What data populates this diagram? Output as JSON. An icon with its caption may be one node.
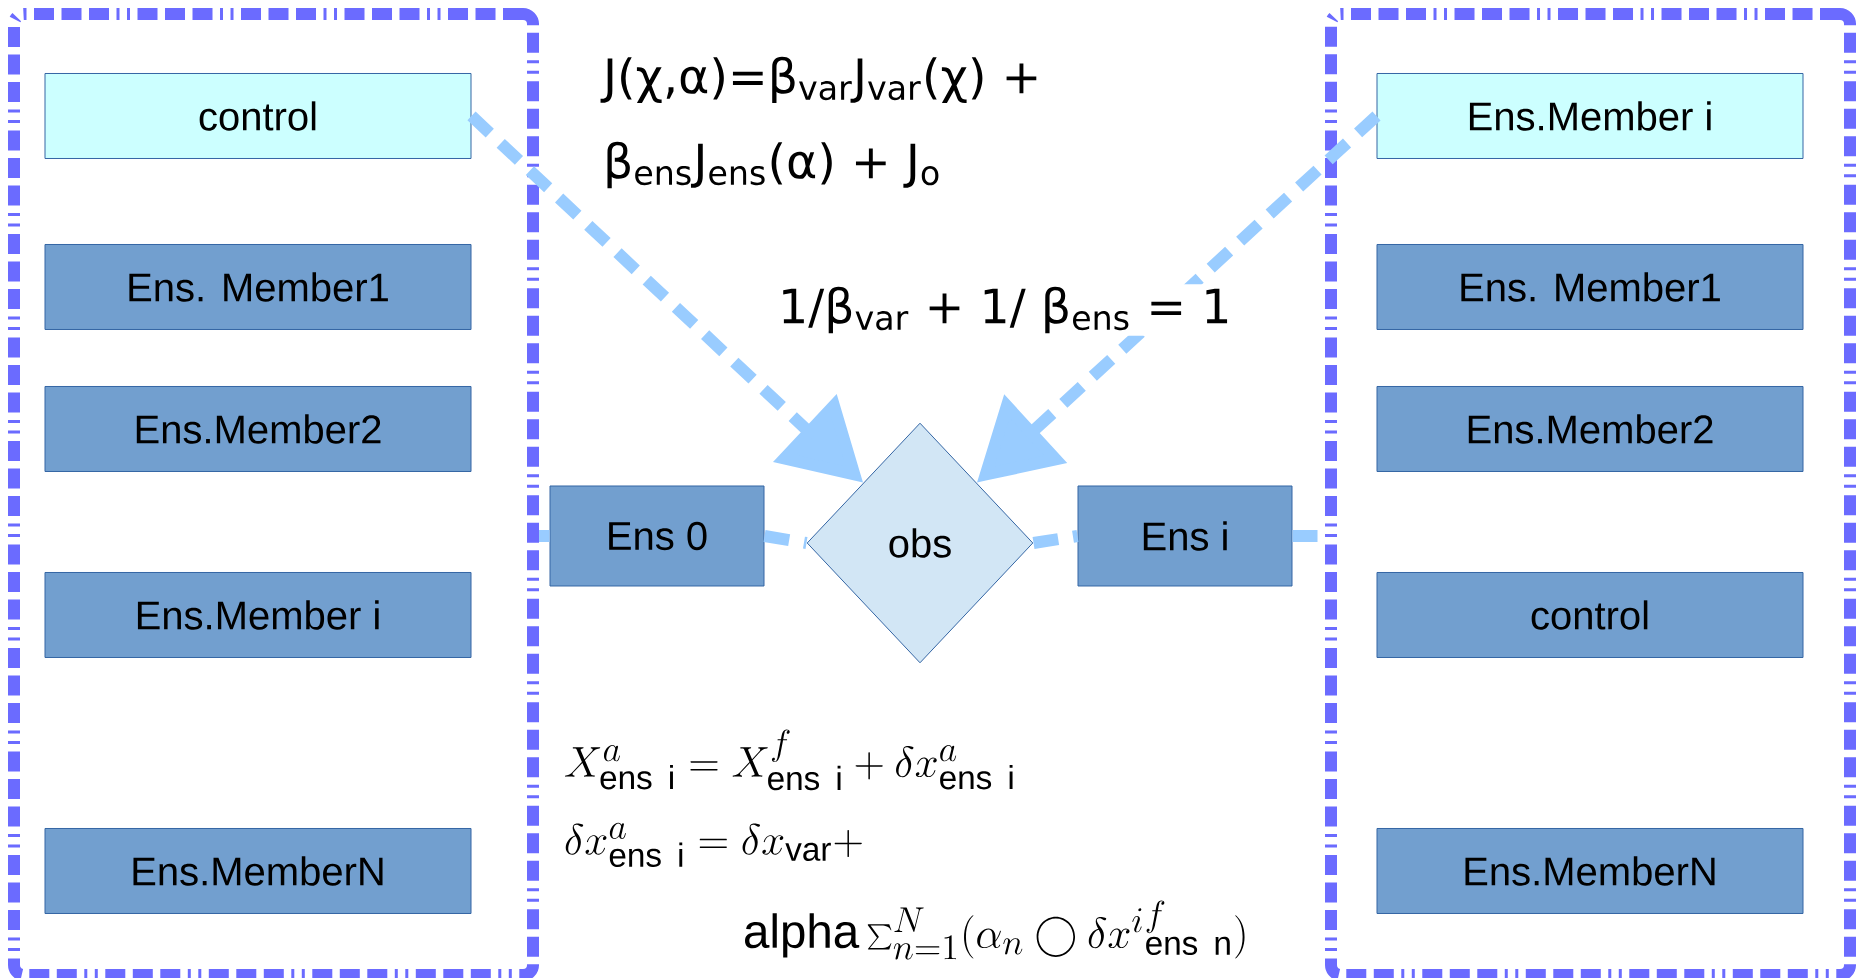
{
  "diagram": {
    "nodes": [
      {
        "text": [],
        "shape": "box"
      },
      {
        "text": [
          "control"
        ],
        "in": 0
      },
      {
        "text": [
          "Ens. Member1"
        ],
        "in": 0
      },
      {
        "text": [
          "Ens.Member2"
        ],
        "in": 0
      },
      {
        "text": [
          "Ens.Member i"
        ],
        "in": 0
      },
      {
        "text": [
          "Ens.MemberN"
        ],
        "in": 0
      },
      {
        "text": [],
        "shape": "box"
      },
      {
        "text": [
          "Ens.Member i"
        ],
        "in": 6
      },
      {
        "text": [
          "Ens. Member1"
        ],
        "in": 6
      },
      {
        "text": [
          "Ens.Member2"
        ],
        "in": 6
      },
      {
        "text": [
          "control"
        ],
        "in": 6
      },
      {
        "text": [
          "Ens.MemberN"
        ],
        "in": 6
      },
      {
        "text": [
          "Ens 0"
        ]
      },
      {
        "text": [
          "obs"
        ]
      },
      {
        "text": [
          "Ens i"
        ]
      }
    ],
    "edges": [
      {
        "from": 1,
        "to": 13,
        "arrow": "to",
        "style": "dashed"
      },
      {
        "from": 7,
        "to": 13,
        "arrow": "to",
        "style": "dashed"
      },
      {
        "from": 0,
        "to": 12,
        "arrow": "none",
        "style": "dashed"
      },
      {
        "from": 12,
        "to": 13,
        "arrow": "none",
        "style": "dashed"
      },
      {
        "from": 13,
        "to": 14,
        "arrow": "none",
        "style": "dashed"
      },
      {
        "from": 14,
        "to": 6,
        "arrow": "none",
        "style": "dashed"
      }
    ],
    "labels": [
      "J(χ,α)=β$_{var}$J$_{var}$(χ) +",
      "β$_{ens}$J$_{ens}$(α) + J$_{o}$",
      "1/β$_{var}$ + 1/ β$_{ens}$ = 1",
      "X_{\\mathrm{ens\\ i}}^{a} = X_{\\mathrm{ens\\ i}}^{f} + \\delta x_{\\mathrm{ens\\ i}}^{a}",
      "\\delta x_{\\mathrm{ens\\ i}}^{a} = \\delta x_{\\mathrm{var}} +",
      "\\mathrm{alpha}\\sum_{n=1}^{N} (\\alpha_{n} \\bigcirc \\delta x^{i}{}_{\\mathrm{ens\\ n}}^{f})"
    ]
  }
}
